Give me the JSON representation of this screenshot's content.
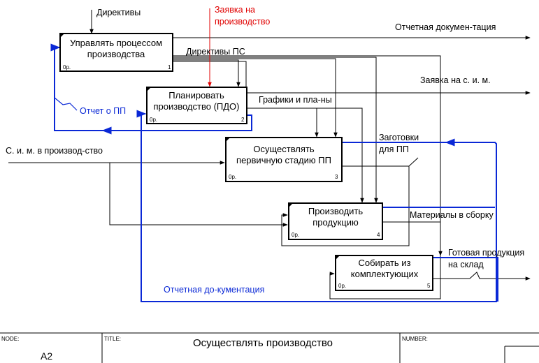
{
  "boxes": [
    {
      "lines": [
        "Управлять процессом",
        "производства"
      ],
      "cost": "0р.",
      "number": "1"
    },
    {
      "lines": [
        "Планировать",
        "производство (ПДО)"
      ],
      "cost": "0р.",
      "number": "2"
    },
    {
      "lines": [
        "Осуществлять",
        "первичную стадию ПП"
      ],
      "cost": "0р.",
      "number": "3"
    },
    {
      "lines": [
        "Производить",
        "продукцию"
      ],
      "cost": "0р.",
      "number": "4"
    },
    {
      "lines": [
        "Собирать из",
        "комплектующих"
      ],
      "cost": "0р.",
      "number": "5"
    }
  ],
  "labels": {
    "directives": "Директивы",
    "production_request": [
      "Заявка на",
      "производство"
    ],
    "report_docs": "Отчетная докумен-тация",
    "directives_ps": "Директивы ПС",
    "request_sim": "Заявка на с. и. м.",
    "pp_report": "Отчет о ПП",
    "schedules": "Графики и пла-ны",
    "blanks": [
      "Заготовки",
      "для ПП"
    ],
    "sim_input": "С. и. м. в производ-ство",
    "materials": "Материалы в сборку",
    "finished_goods": [
      "Готовая продукция",
      "на склад"
    ],
    "report_feedback": "Отчетная до-кументация"
  },
  "footer": {
    "node_label": "NODE:",
    "node_value": "A2",
    "title_label": "TITLE:",
    "title_value": "Осуществлять производство",
    "number_label": "NUMBER:"
  },
  "colors": {
    "feedback_arrow": "#0a28d6",
    "request_arrow": "#e00000"
  }
}
